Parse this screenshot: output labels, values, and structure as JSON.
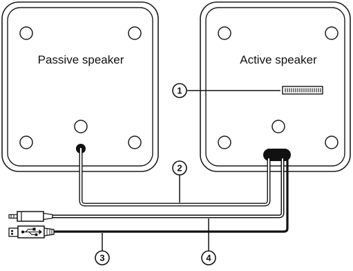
{
  "speakers": {
    "passive_label": "Passive speaker",
    "active_label": "Active speaker"
  },
  "callouts": {
    "c1": "1",
    "c2": "2",
    "c3": "3",
    "c4": "4"
  },
  "icons": {
    "audio_plug": "audio-jack-plug-icon",
    "usb_plug": "usb-plug-icon",
    "usb_symbol": "usb-symbol-icon",
    "volume_control": "volume-wheel-icon"
  }
}
